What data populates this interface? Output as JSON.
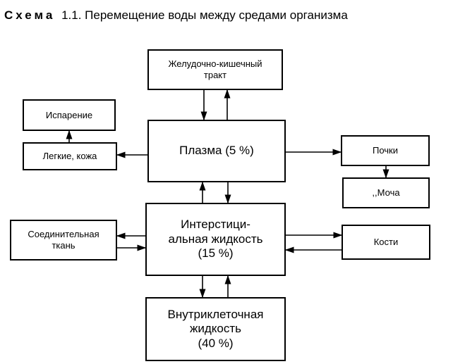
{
  "caption": {
    "lead": "Схема",
    "text": "1.1. Перемещение воды между средами организма"
  },
  "nodes": {
    "gi": {
      "line1": "Желудочно-кишечный",
      "line2": "тракт"
    },
    "evaporation": {
      "label": "Испарение"
    },
    "lungs_skin": {
      "label": "Легкие, кожа"
    },
    "plasma": {
      "label": "Плазма (5 %)"
    },
    "kidneys": {
      "label": "Почки"
    },
    "urine": {
      "label": ",,Моча"
    },
    "connective": {
      "line1": "Соединительная",
      "line2": "ткань"
    },
    "interstitial": {
      "line1": "Интерстици-",
      "line2": "альная жидкость",
      "line3": "(15 %)"
    },
    "bones": {
      "label": "Кости"
    },
    "intracellular": {
      "line1": "Внутриклеточная",
      "line2": "жидкость",
      "line3": "(40 %)"
    }
  },
  "colors": {
    "ink": "#000000",
    "paper": "#ffffff",
    "faded_print": "#b9b9b9"
  }
}
